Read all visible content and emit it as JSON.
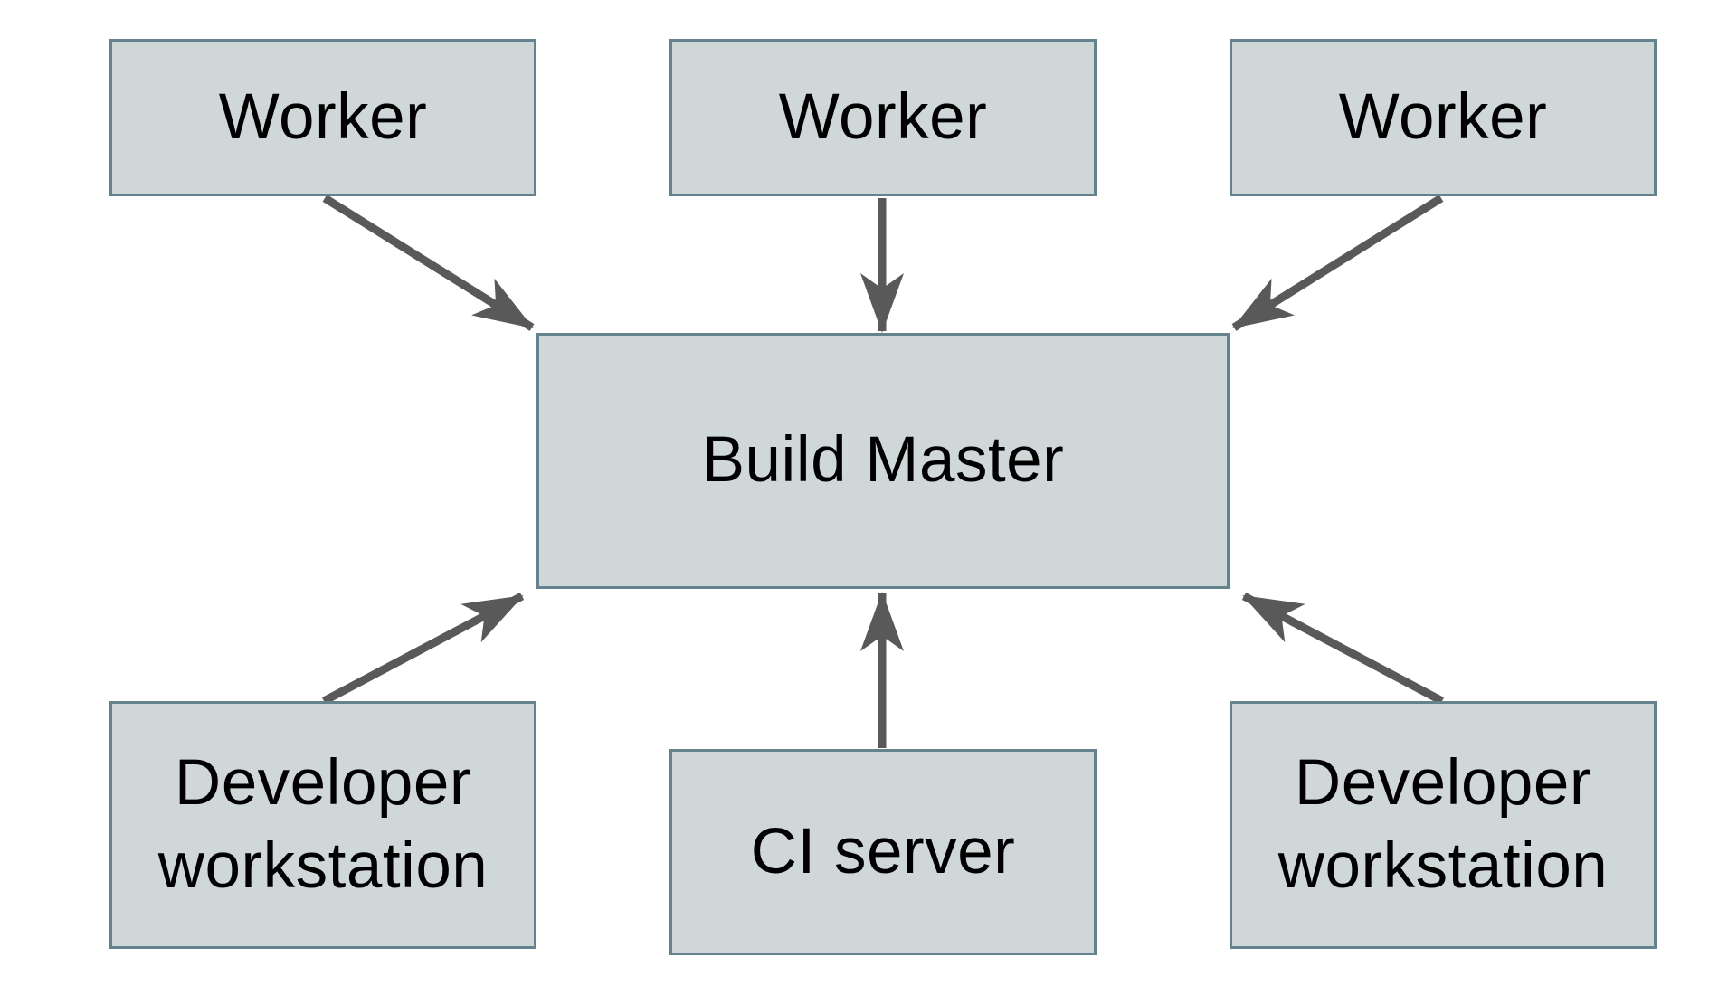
{
  "diagram": {
    "nodes": {
      "worker1": {
        "label": "Worker"
      },
      "worker2": {
        "label": "Worker"
      },
      "worker3": {
        "label": "Worker"
      },
      "build_master": {
        "label": "Build Master"
      },
      "dev_workstation_left": {
        "label": "Developer workstation"
      },
      "ci_server": {
        "label": "CI server"
      },
      "dev_workstation_right": {
        "label": "Developer workstation"
      }
    },
    "edges": [
      {
        "from": "worker1",
        "to": "build_master"
      },
      {
        "from": "worker2",
        "to": "build_master"
      },
      {
        "from": "worker3",
        "to": "build_master"
      },
      {
        "from": "dev_workstation_left",
        "to": "build_master"
      },
      {
        "from": "ci_server",
        "to": "build_master"
      },
      {
        "from": "dev_workstation_right",
        "to": "build_master"
      }
    ],
    "colors": {
      "background": "#ffffff",
      "box_fill": "#cfd7d9",
      "box_border": "#65828f",
      "arrow": "#595959",
      "text": "#000000"
    }
  }
}
